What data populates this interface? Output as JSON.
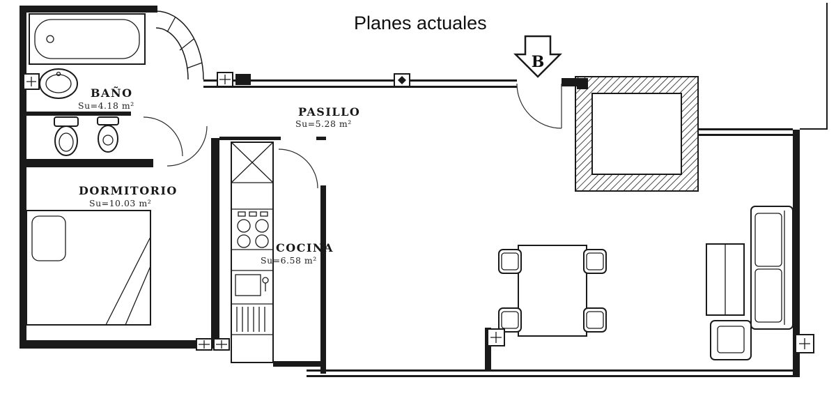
{
  "title": "Planes actuales",
  "north_arrow": {
    "label": "B"
  },
  "rooms": {
    "bano": {
      "name": "BAÑO",
      "area": "Su=4.18 m²"
    },
    "pasillo": {
      "name": "PASILLO",
      "area": "Su=5.28 m²"
    },
    "dormitorio": {
      "name": "DORMITORIO",
      "area": "Su=10.03 m²"
    },
    "cocina": {
      "name": "COCINA",
      "area": "Su=6.58 m²"
    }
  },
  "colors": {
    "ink": "#1a1a1a",
    "paper": "#ffffff"
  }
}
